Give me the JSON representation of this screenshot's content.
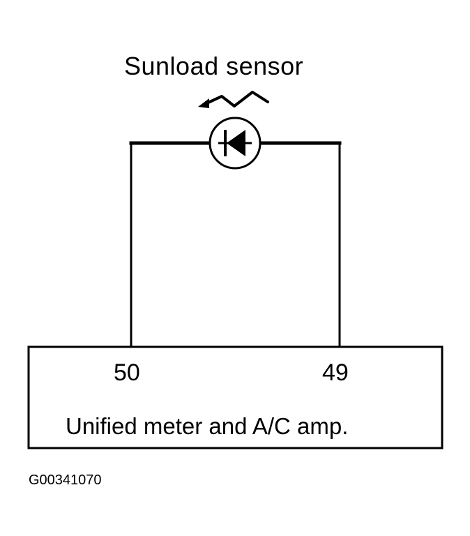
{
  "sensor": {
    "label": "Sunload sensor"
  },
  "amp": {
    "label": "Unified meter and A/C amp.",
    "pins": [
      {
        "number": "50"
      },
      {
        "number": "49"
      }
    ]
  },
  "figure_code": "G00341070"
}
